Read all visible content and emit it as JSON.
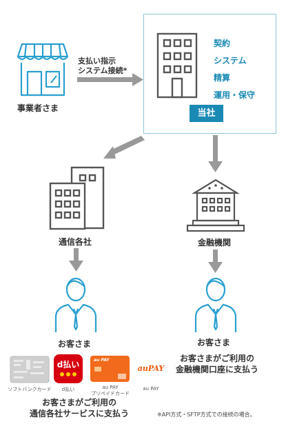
{
  "merchant": {
    "label": "事業者さま"
  },
  "arrow_note": {
    "line1": "支払い指示",
    "line2": "システム接続*"
  },
  "company": {
    "services": [
      "契約",
      "システム",
      "精算",
      "運用・保守"
    ],
    "badge": "当社"
  },
  "carrier": {
    "label": "通信各社"
  },
  "bank": {
    "label": "金融機関"
  },
  "customer_left": {
    "label": "お客さま"
  },
  "customer_right": {
    "label": "お客さま"
  },
  "payment_methods": [
    {
      "caption": "ソフトバンクカード"
    },
    {
      "caption": "d払い",
      "card_text": "d払い"
    },
    {
      "caption": "au PAY\nプリペイドカード",
      "card_text": "au PAY"
    },
    {
      "caption": "au PAY",
      "logo_text": "auPAY"
    }
  ],
  "bank_desc": {
    "line1": "お客さまがご利用の",
    "line2": "金融機関口座に支払う"
  },
  "carrier_desc": {
    "line1": "お客さまがご利用の",
    "line2": "通信各社サービスに支払う"
  },
  "footnote": "※API方式・SFTP方式での接続の場合。",
  "colors": {
    "accent": "#1a8ab4",
    "icon": "#555555",
    "arrow": "#999999",
    "person": "#2a9fd0"
  }
}
